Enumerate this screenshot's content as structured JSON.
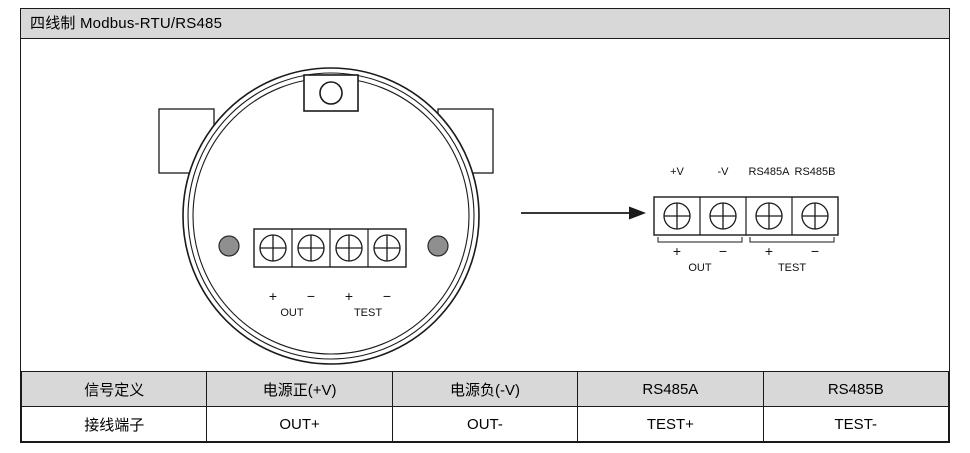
{
  "header": {
    "title": "四线制 Modbus-RTU/RS485"
  },
  "diagram": {
    "signs": {
      "plus": "+",
      "minus": "−"
    },
    "group_labels": {
      "out": "OUT",
      "test": "TEST"
    },
    "strip_pins": [
      "+V",
      "-V",
      "RS485A",
      "RS485B"
    ]
  },
  "table": {
    "rows": [
      {
        "cells": [
          "信号定义",
          "电源正(+V)",
          "电源负(-V)",
          "RS485A",
          "RS485B"
        ]
      },
      {
        "cells": [
          "接线端子",
          "OUT+",
          "OUT-",
          "TEST+",
          "TEST-"
        ]
      }
    ]
  }
}
